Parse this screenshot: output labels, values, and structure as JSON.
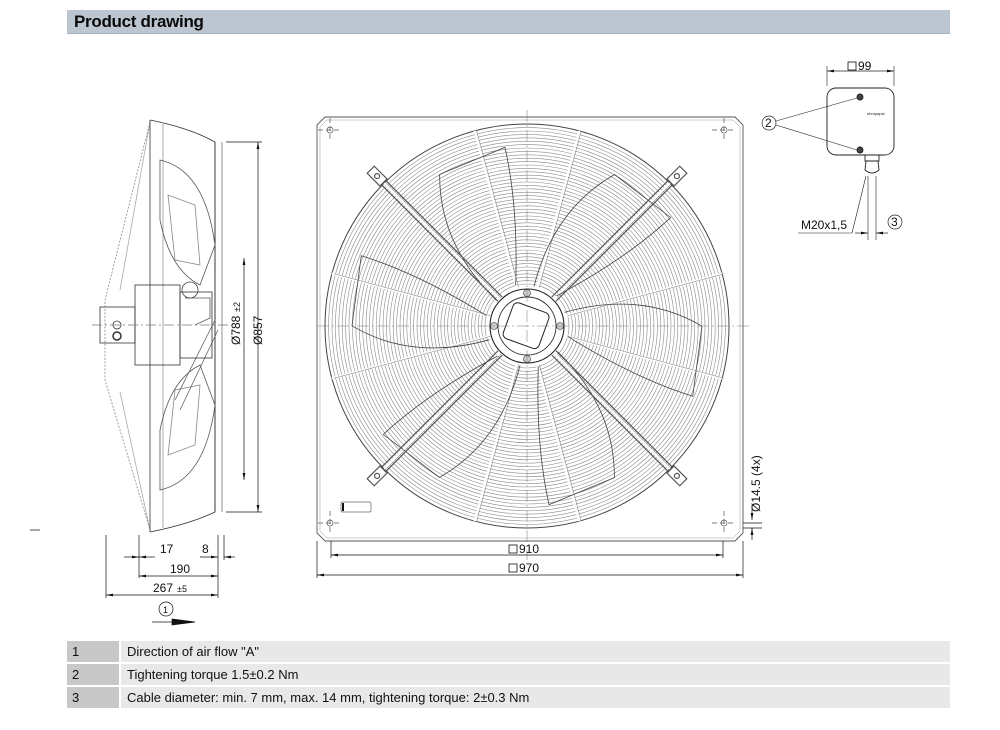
{
  "header": {
    "title": "Product drawing"
  },
  "drawing": {
    "side_view": {
      "dim_inner_dia": "Ø788",
      "dim_inner_dia_tol": "±2",
      "dim_outer_dia": "Ø857",
      "dim_a": "17",
      "dim_b": "8",
      "dim_c": "190",
      "dim_d": "267",
      "dim_d_tol": "±5",
      "callout_airflow": "1"
    },
    "front_view": {
      "dim_inner_square": "910",
      "dim_outer_square": "970",
      "dim_hole": "Ø14.5 (4x)"
    },
    "terminal_box": {
      "dim_square": "99",
      "callout_torque": "2",
      "thread": "M20x1,5",
      "callout_cable": "3",
      "brand_mark": "ebmpapst"
    }
  },
  "legend": [
    {
      "num": "1",
      "text": "Direction of air flow \"A\""
    },
    {
      "num": "2",
      "text": "Tightening torque 1.5±0.2 Nm"
    },
    {
      "num": "3",
      "text": "Cable diameter: min. 7 mm, max. 14 mm, tightening torque: 2±0.3 Nm"
    }
  ]
}
